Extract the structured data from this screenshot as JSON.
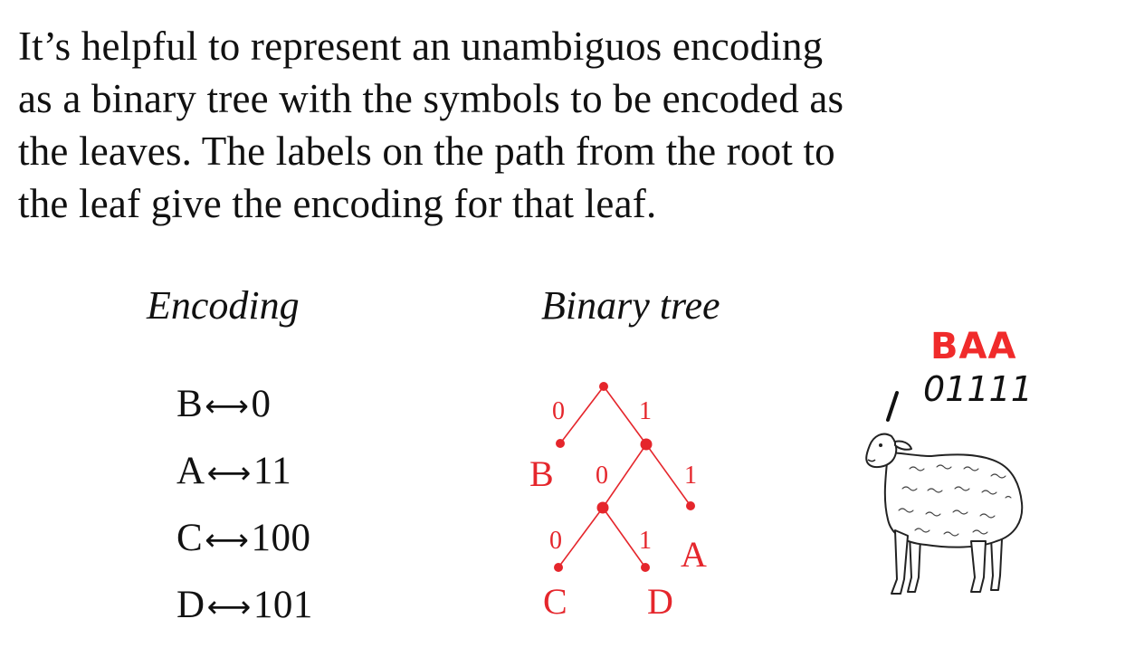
{
  "intro": {
    "lines": [
      "It’s helpful to represent an unambiguos encoding",
      "as a binary tree with the symbols to be encoded as",
      "the leaves.  The labels on the path from the root to",
      "the leaf give the encoding for that leaf."
    ]
  },
  "encoding": {
    "heading": "Encoding",
    "arrow": "⟷",
    "rows": [
      {
        "symbol": "B",
        "code": "0"
      },
      {
        "symbol": "A",
        "code": "11"
      },
      {
        "symbol": "C",
        "code": "100"
      },
      {
        "symbol": "D",
        "code": "101"
      }
    ]
  },
  "tree": {
    "heading": "Binary tree",
    "color": "#e5262c",
    "edge_labels": {
      "root_left": "0",
      "root_right": "1",
      "n1_left": "0",
      "n1_right": "1",
      "n2_left": "0",
      "n2_right": "1"
    },
    "leaves": {
      "B": "B",
      "A": "A",
      "C": "C",
      "D": "D"
    }
  },
  "message": {
    "letters": "BAA",
    "bits": "01111",
    "letters_color": "#f02b2b",
    "icon": "sheep-icon"
  }
}
